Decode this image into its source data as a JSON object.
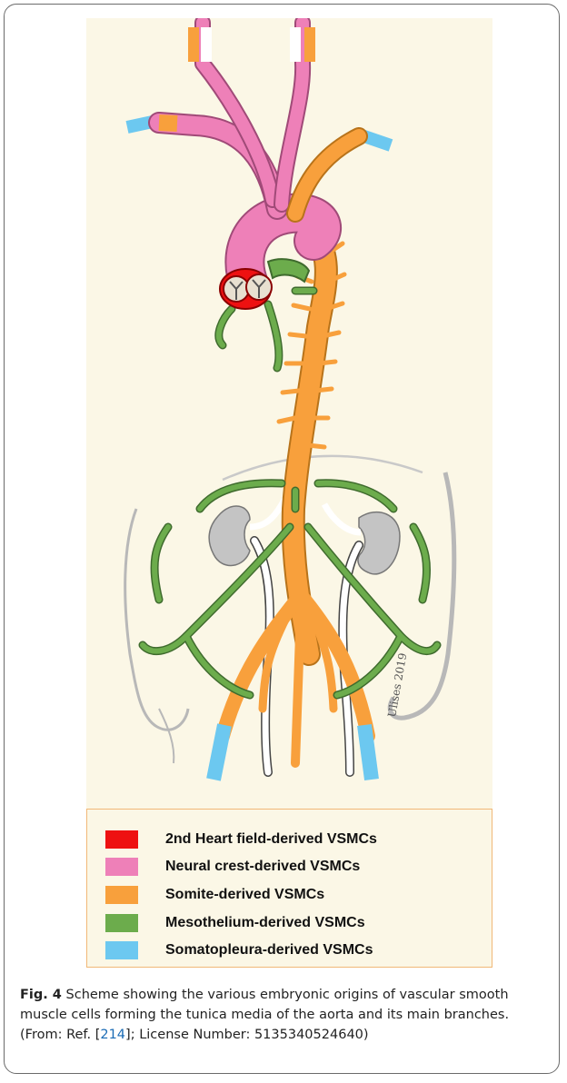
{
  "legend": {
    "items": [
      {
        "label": "2nd Heart field-derived VSMCs",
        "color": "#ee1111"
      },
      {
        "label": "Neural crest-derived VSMCs",
        "color": "#ee80b8"
      },
      {
        "label": "Somite-derived VSMCs",
        "color": "#f8a03c"
      },
      {
        "label": "Mesothelium-derived VSMCs",
        "color": "#6cac4c"
      },
      {
        "label": "Somatopleura-derived VSMCs",
        "color": "#6cc8f0"
      }
    ]
  },
  "caption": {
    "fig_label": "Fig. 4",
    "text_before_ref": " Scheme showing the various embryonic origins of vascular smooth muscle cells forming the tunica media of the aorta and its main branches. (From: Ref. [",
    "ref": "214",
    "text_after_ref": "]; License Number: 5135340524640)"
  },
  "signature": "Ulises 2019"
}
